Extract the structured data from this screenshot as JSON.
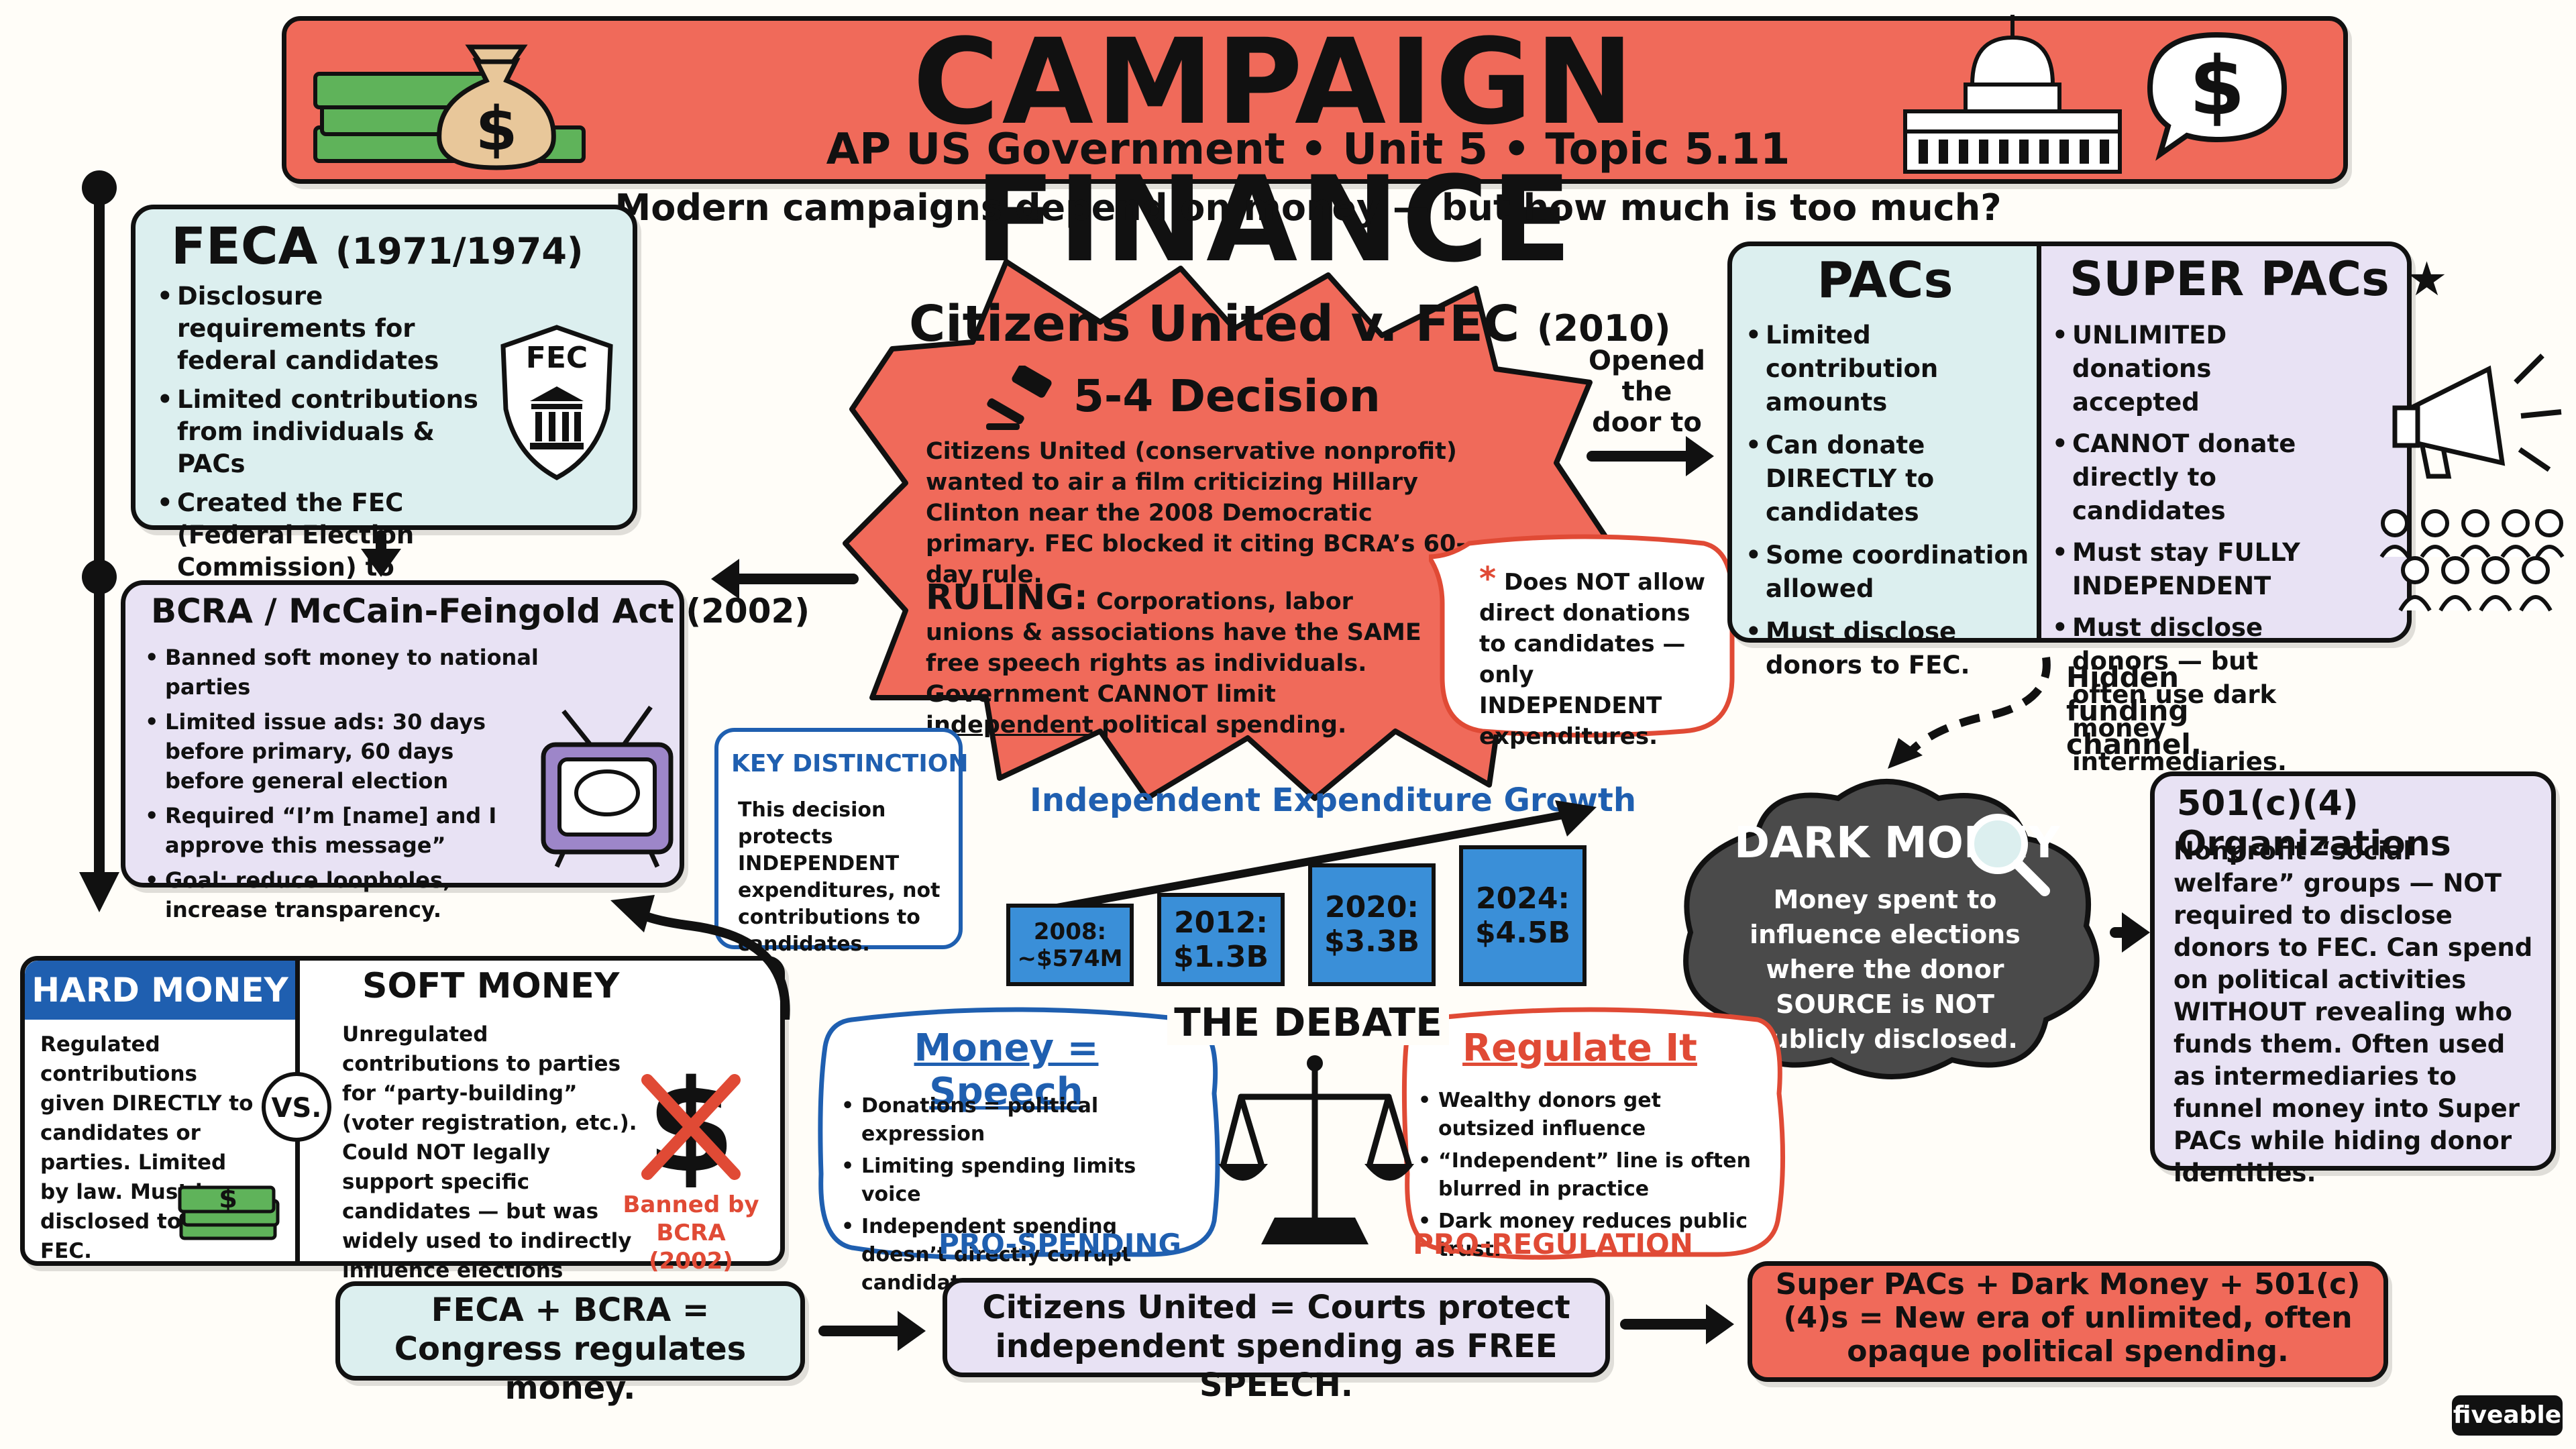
{
  "header": {
    "title": "CAMPAIGN FINANCE",
    "subtitle": "AP US Government • Unit 5 • Topic 5.11",
    "tagline": "Modern campaigns depend on money — but how much is too much?",
    "bubble_symbol": "$",
    "bag_symbol": "$"
  },
  "feca": {
    "title": "FECA",
    "years": "(1971/1974)",
    "badge": "FEC",
    "items": [
      "Disclosure requirements for federal candidates",
      "Limited contributions from individuals & PACs",
      "Created the FEC (Federal Election Commission) to enforce laws."
    ]
  },
  "bcra": {
    "title": "BCRA / McCain-Feingold Act (2002)",
    "items": [
      "Banned soft money to national parties",
      "Limited issue ads: 30 days before primary, 60 days before general election",
      "Required “I’m [name] and I approve this message”",
      "Goal: reduce loopholes, increase transparency."
    ]
  },
  "citizens": {
    "title": "Citizens United v. FEC",
    "year": "(2010)",
    "decision": "5-4 Decision",
    "summary": "Citizens United (conservative nonprofit) wanted to air a film criticizing Hillary Clinton near the 2008 Democratic primary. FEC blocked it citing BCRA’s 60-day rule.",
    "ruling_label": "RULING:",
    "ruling_a": "Corporations, labor unions & associations have the SAME free speech rights as individuals. Government CANNOT limit",
    "ruling_b": "independent",
    "ruling_c": "political spending."
  },
  "note": {
    "star": "*",
    "text": "Does NOT allow direct donations to candidates — only INDEPENDENT expenditures."
  },
  "opened": "Opened the door to",
  "pacs": {
    "title": "PACs",
    "items": [
      "Limited contribution amounts",
      "Can donate DIRECTLY to candidates",
      "Some coordination allowed",
      "Must disclose donors to FEC."
    ]
  },
  "superpacs": {
    "title": "SUPER PACs",
    "star": "★",
    "items": [
      "UNLIMITED donations accepted",
      "CANNOT donate directly to candidates",
      "Must stay FULLY INDEPENDENT",
      "Must disclose donors — but often use dark money intermediaries."
    ]
  },
  "hidden": "Hidden funding channel.",
  "key": {
    "title": "KEY DISTINCTION",
    "text": "This decision protects INDEPENDENT expenditures, not contributions to candidates."
  },
  "dark": {
    "title": "DARK MONEY",
    "text": "Money spent to influence elections where the donor SOURCE is NOT publicly disclosed."
  },
  "org501": {
    "title": "501(c)(4) Organizations",
    "text": "Nonprofit “social welfare” groups — NOT required to disclose donors to FEC. Can spend on political activities WITHOUT revealing who funds them. Often used as intermediaries to funnel money into Super PACs while hiding donor identities."
  },
  "hard": {
    "title": "HARD MONEY",
    "text": "Regulated contributions given DIRECTLY to candidates or parties. Limited by law. Must be disclosed to the FEC."
  },
  "vs": "VS.",
  "soft": {
    "title": "SOFT MONEY",
    "text": "Unregulated contributions to parties for “party-building” (voter registration, etc.). Could NOT legally support specific candidates — but was widely used to indirectly influence elections BEFORE BCRA banned it.",
    "banned": "Banned by BCRA (2002)"
  },
  "cash_symbol": "$",
  "chart_data": {
    "type": "bar",
    "title": "Independent Expenditure Growth",
    "categories": [
      "2008:",
      "2012:",
      "2020:",
      "2024:"
    ],
    "value_labels": [
      "~$574M",
      "$1.3B",
      "$3.3B",
      "$4.5B"
    ],
    "values": [
      0.574,
      1.3,
      3.3,
      4.5
    ],
    "xlabel": "",
    "ylabel": "",
    "bar_color": "#3a8fd8"
  },
  "debate": {
    "title": "THE DEBATE",
    "left_title": "Money = Speech",
    "left_items": [
      "Donations = political expression",
      "Limiting spending limits voice",
      "Independent spending doesn’t directly corrupt candidates."
    ],
    "left_footer": "PRO-SPENDING",
    "right_title": "Regulate It",
    "right_items": [
      "Wealthy donors get outsized influence",
      "“Independent” line is often blurred in practice",
      "Dark money reduces public trust."
    ],
    "right_footer": "PRO-REGULATION"
  },
  "summary": {
    "one": "FECA + BCRA = Congress regulates money.",
    "two": "Citizens United = Courts protect independent spending as FREE SPEECH.",
    "three": "Super PACs + Dark Money + 501(c)(4)s = New era of unlimited, often opaque political spending."
  },
  "brand": "fiveable",
  "colors": {
    "title_bar": "#f06a5a",
    "blue_box": "#dcefef",
    "purple_box": "#e8e2f4",
    "accent_blue": "#1f5fb0",
    "accent_red": "#e04a35",
    "dark_cloud": "#4a4a4a"
  }
}
